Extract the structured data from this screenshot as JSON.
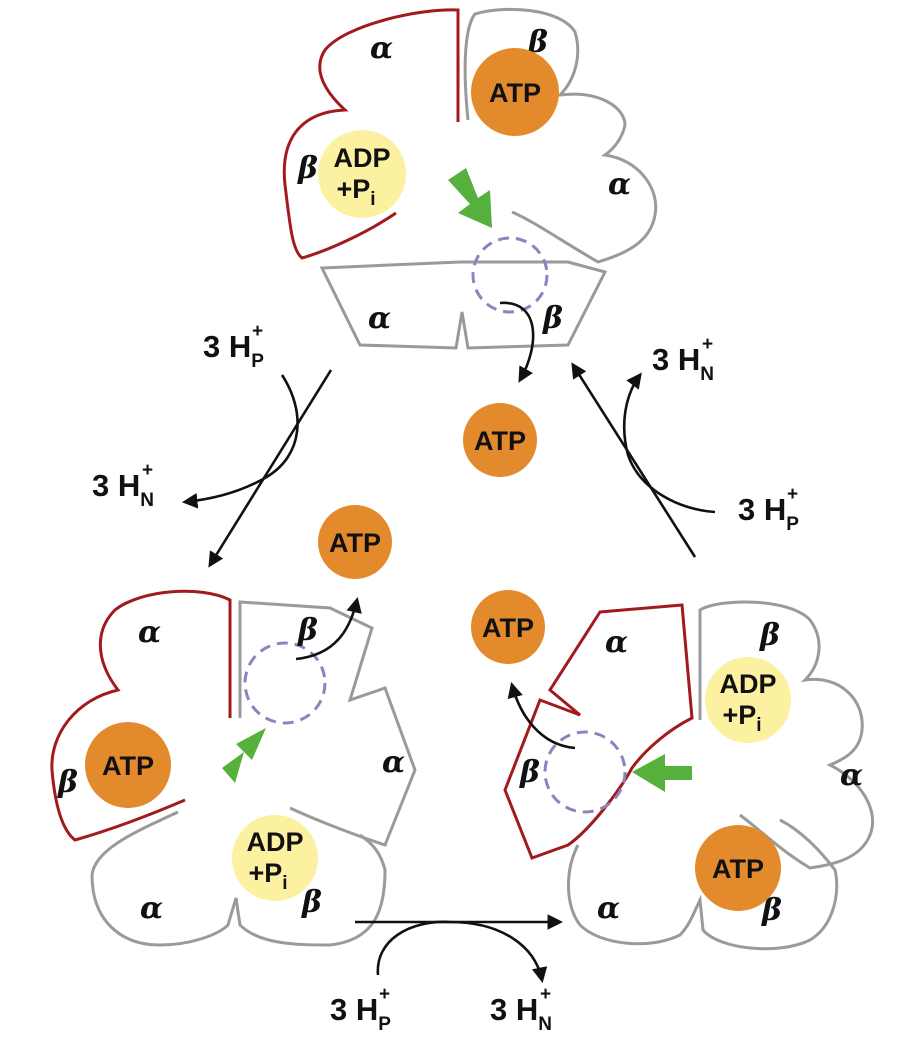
{
  "colors": {
    "atp_ball": "#e38b2c",
    "adp_ball": "#fcf1a0",
    "red_outline": "#a11a1d",
    "gray_outline": "#9a9a9a",
    "green_arrow": "#55b03c",
    "dashed_circle": "#8c84c0"
  },
  "subunits": {
    "alpha": "α",
    "beta": "β"
  },
  "nucleotides": {
    "atp": "ATP",
    "adp_line1": "ADP",
    "adp_line2_prefix": "+P",
    "adp_line2_sub": "i"
  },
  "protons": {
    "base": "3 H",
    "charge": "+",
    "p_side": "P",
    "n_side": "N"
  }
}
